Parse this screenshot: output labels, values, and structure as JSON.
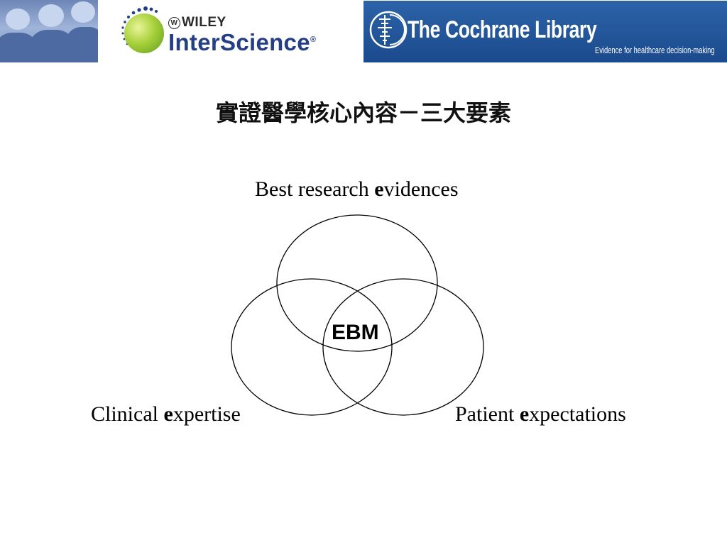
{
  "header": {
    "wiley_logo": {
      "brand": "WILEY",
      "product": "InterScience",
      "registered": "®"
    },
    "cochrane_logo": {
      "name": "The Cochrane Library",
      "tagline": "Evidence for healthcare decision-making"
    }
  },
  "slide": {
    "title": "實證醫學核心內容－三大要素",
    "diagram": {
      "center": "EBM",
      "top": {
        "before": "Best research ",
        "bold": "e",
        "after": "vidences"
      },
      "left": {
        "before": "Clinical ",
        "bold": "e",
        "after": "xpertise"
      },
      "right": {
        "before": "Patient ",
        "bold": "e",
        "after": "xpectations"
      }
    }
  },
  "colors": {
    "cochrane_blue": "#1b4a8d",
    "wiley_green": "#8cc63f",
    "interscience_blue": "#243f86"
  }
}
